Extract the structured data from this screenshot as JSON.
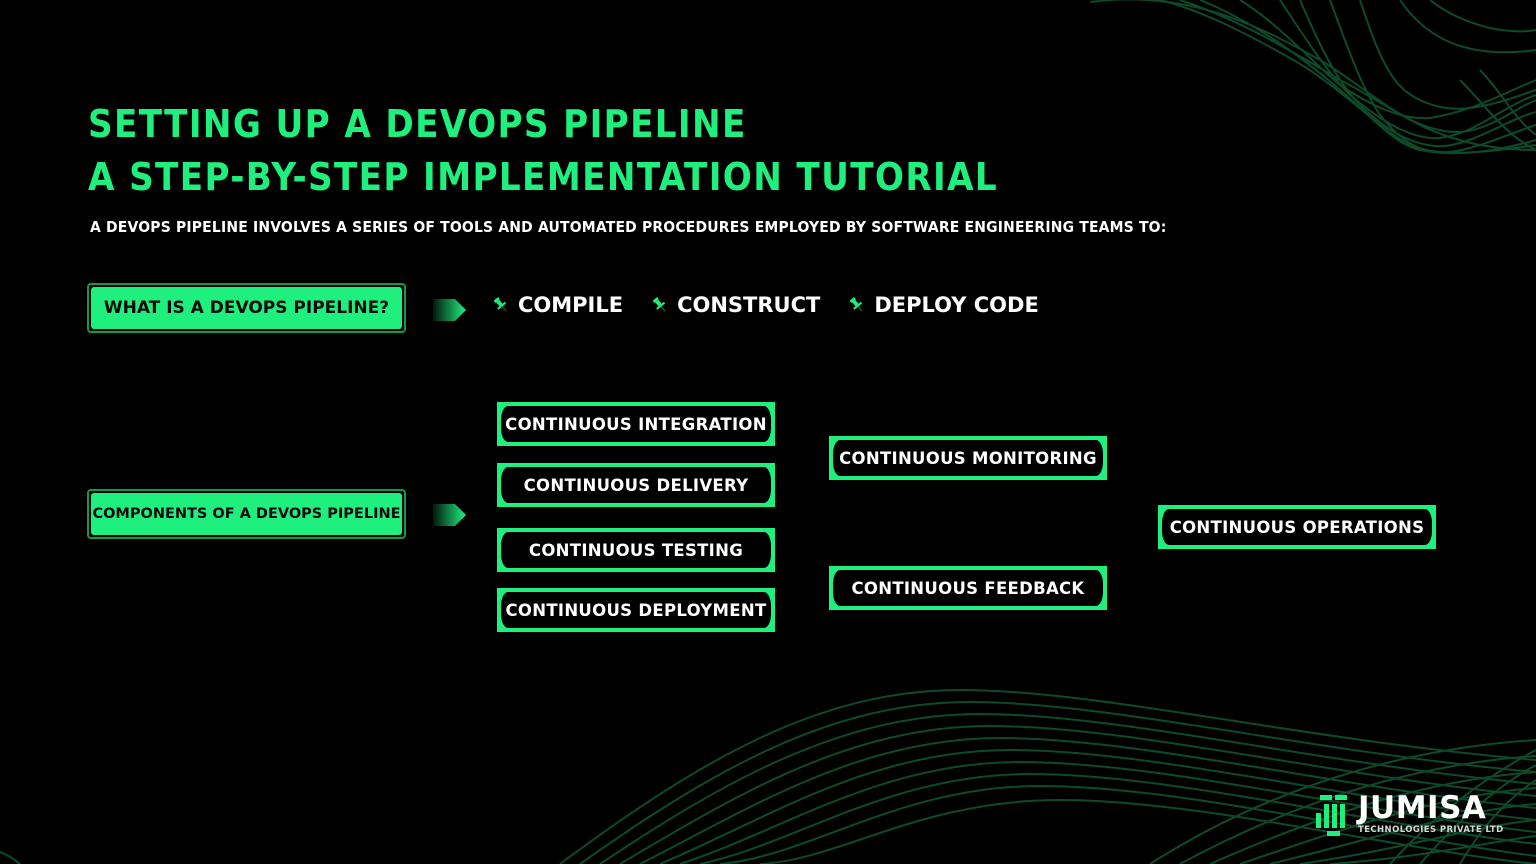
{
  "title": {
    "line1": "SETTING UP A DEVOPS PIPELINE",
    "line2": "A STEP-BY-STEP IMPLEMENTATION TUTORIAL"
  },
  "subtitle": "A DEVOPS PIPELINE INVOLVES A SERIES OF TOOLS AND AUTOMATED PROCEDURES EMPLOYED BY SOFTWARE ENGINEERING TEAMS TO:",
  "sections": {
    "what_is": {
      "label": "WHAT IS A DEVOPS PIPELINE?",
      "arrow_icon": "arrow-right-icon",
      "bullets": [
        {
          "icon": "pushpin-icon",
          "label": "COMPILE"
        },
        {
          "icon": "pushpin-icon",
          "label": "CONSTRUCT"
        },
        {
          "icon": "pushpin-icon",
          "label": "DEPLOY CODE"
        }
      ]
    },
    "components": {
      "label": "COMPONENTS OF A DEVOPS PIPELINE",
      "arrow_icon": "arrow-right-icon",
      "column1": [
        "CONTINUOUS INTEGRATION",
        "CONTINUOUS DELIVERY",
        "CONTINUOUS TESTING",
        "CONTINUOUS DEPLOYMENT"
      ],
      "column2": [
        "CONTINUOUS MONITORING",
        "CONTINUOUS FEEDBACK"
      ],
      "column3": [
        "CONTINUOUS OPERATIONS"
      ]
    }
  },
  "logo": {
    "name": "JUMISA",
    "tagline": "TECHNOLOGIES PRIVATE LTD"
  },
  "colors": {
    "background": "#000000",
    "accent": "#1ff07d",
    "accent_dark": "#0f9a4e",
    "wave_lines": "#0d4a2a",
    "text": "#ffffff"
  }
}
